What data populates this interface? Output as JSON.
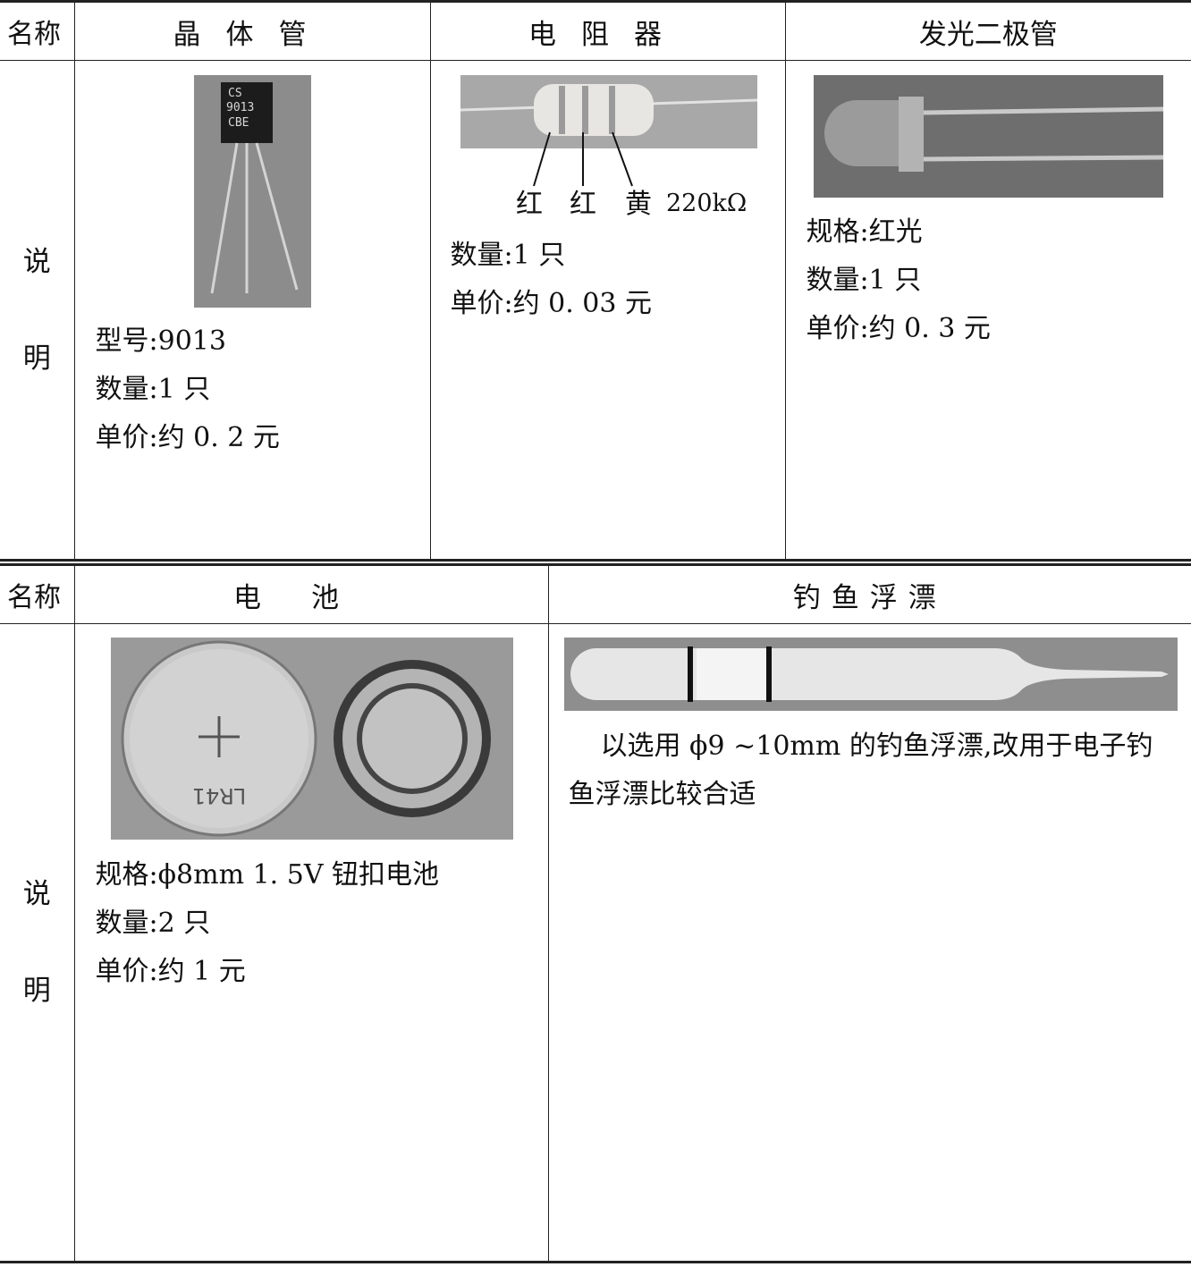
{
  "table1": {
    "header_label": "名称",
    "row_label": [
      "说",
      "明"
    ],
    "columns": [
      {
        "title": "晶体管",
        "image_icon": "transistor-photo",
        "image_text": [
          "CS",
          "9013",
          "CBE"
        ],
        "lines": [
          "型号:9013",
          "数量:1 只",
          "单价:约 0. 2 元"
        ]
      },
      {
        "title": "电阻器",
        "image_icon": "resistor-photo",
        "band_labels": [
          "红",
          "红",
          "黄"
        ],
        "resistance": "220kΩ",
        "lines": [
          "数量:1 只",
          "单价:约 0. 03 元"
        ]
      },
      {
        "title": "发光二极管",
        "image_icon": "led-photo",
        "lines": [
          "规格:红光",
          "数量:1 只",
          "单价:约 0. 3 元"
        ]
      }
    ]
  },
  "table2": {
    "header_label": "名称",
    "row_label": [
      "说",
      "明"
    ],
    "columns": [
      {
        "title": "电池",
        "image_icon": "button-battery-photo",
        "image_text": "LR41",
        "lines": [
          "规格:ϕ8mm 1. 5V 钮扣电池",
          "数量:2 只",
          "单价:约 1 元"
        ]
      },
      {
        "title": "钓鱼浮漂",
        "image_icon": "fishing-float-photo",
        "paragraph": "以选用 ϕ9 ~10mm 的钓鱼浮漂,改用于电子钓鱼浮漂比较合适"
      }
    ]
  }
}
